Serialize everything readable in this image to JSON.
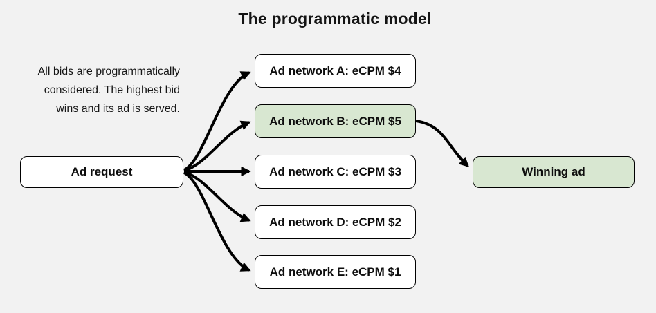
{
  "title": "The programmatic model",
  "description": "All bids are programmatically\nconsidered. The highest bid\nwins and its ad is served.",
  "nodes": {
    "ad_request": {
      "label": "Ad request"
    },
    "networks": [
      {
        "label": "Ad network A: eCPM $4",
        "ecpm_usd": 4,
        "highlighted": false
      },
      {
        "label": "Ad network B: eCPM $5",
        "ecpm_usd": 5,
        "highlighted": true
      },
      {
        "label": "Ad network C: eCPM $3",
        "ecpm_usd": 3,
        "highlighted": false
      },
      {
        "label": "Ad network D: eCPM $2",
        "ecpm_usd": 2,
        "highlighted": false
      },
      {
        "label": "Ad network E: eCPM $1",
        "ecpm_usd": 1,
        "highlighted": false
      }
    ],
    "winning_ad": {
      "label": "Winning ad"
    }
  },
  "colors": {
    "background": "#f2f2f2",
    "box_fill": "#ffffff",
    "highlight_fill": "#d8e7d1",
    "border": "#000000",
    "arrow": "#000000",
    "text": "#111111"
  }
}
